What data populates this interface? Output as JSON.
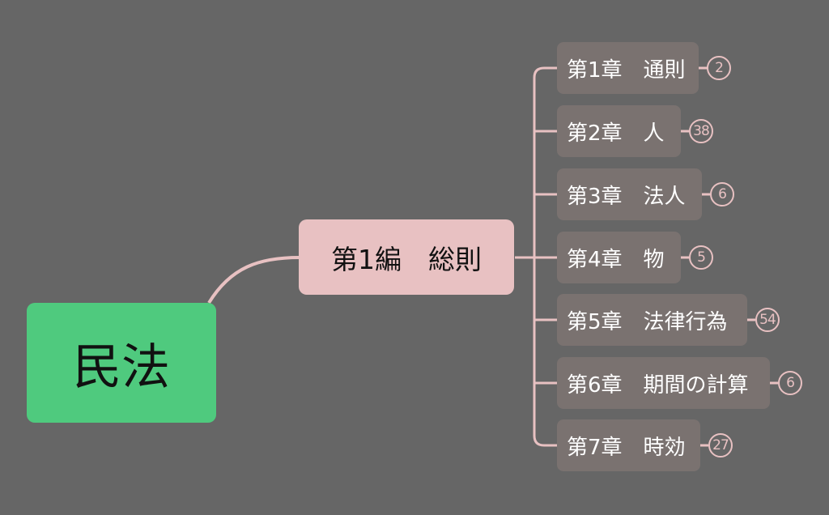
{
  "mindmap": {
    "root": {
      "label": "民法"
    },
    "branch": {
      "label": "第1編　総則"
    },
    "chapters": [
      {
        "label": "第1章　通則",
        "count": "2"
      },
      {
        "label": "第2章　人",
        "count": "38"
      },
      {
        "label": "第3章　法人",
        "count": "6"
      },
      {
        "label": "第4章　物",
        "count": "5"
      },
      {
        "label": "第5章　法律行為",
        "count": "54"
      },
      {
        "label": "第6章　期間の計算",
        "count": "6"
      },
      {
        "label": "第7章　時効",
        "count": "27"
      }
    ]
  },
  "colors": {
    "background": "#666666",
    "root_fill": "#4fca7e",
    "branch_fill": "#e8c1c2",
    "chapter_fill": "#7a7270",
    "connector": "#e8c1c2"
  }
}
